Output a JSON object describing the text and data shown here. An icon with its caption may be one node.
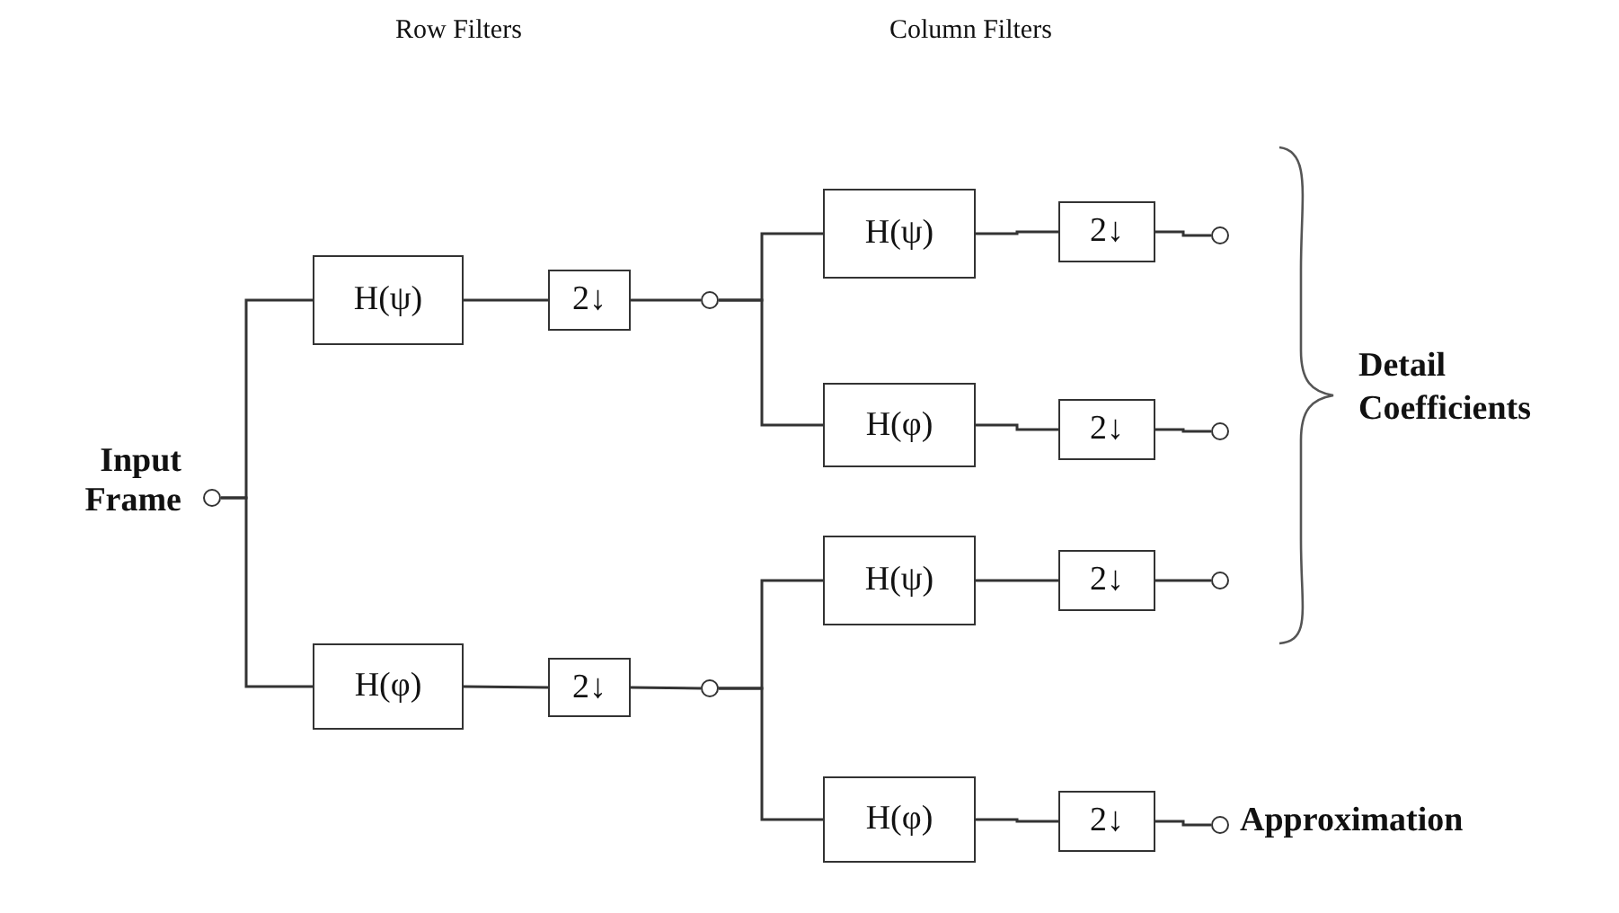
{
  "diagram": {
    "nodes": [
      {
        "text": [],
        "shape": "circle",
        "beside": [
          "Input Frame"
        ]
      },
      {
        "text": [
          "H(ψ)"
        ]
      },
      {
        "text": [
          "2↓"
        ]
      },
      {
        "text": [],
        "shape": "circle"
      },
      {
        "text": [
          "H(φ)"
        ]
      },
      {
        "text": [
          "2↓"
        ]
      },
      {
        "text": [],
        "shape": "circle"
      },
      {
        "text": [
          "H(ψ)"
        ]
      },
      {
        "text": [
          "2↓"
        ]
      },
      {
        "text": [],
        "shape": "circle"
      },
      {
        "text": [
          "H(φ)"
        ]
      },
      {
        "text": [
          "2↓"
        ]
      },
      {
        "text": [],
        "shape": "circle"
      },
      {
        "text": [
          "H(ψ)"
        ]
      },
      {
        "text": [
          "2↓"
        ]
      },
      {
        "text": [],
        "shape": "circle"
      },
      {
        "text": [
          "H(φ)"
        ]
      },
      {
        "text": [
          "2↓"
        ]
      },
      {
        "text": [],
        "shape": "circle",
        "beside": [
          "Approximation"
        ]
      }
    ],
    "edges": [
      {
        "from": 0,
        "to": 1,
        "arrow": "none"
      },
      {
        "from": 0,
        "to": 4,
        "arrow": "none"
      },
      {
        "from": 1,
        "to": 2,
        "arrow": "none"
      },
      {
        "from": 2,
        "to": 3,
        "arrow": "none"
      },
      {
        "from": 4,
        "to": 5,
        "arrow": "none"
      },
      {
        "from": 5,
        "to": 6,
        "arrow": "none"
      },
      {
        "from": 3,
        "to": 7,
        "arrow": "none"
      },
      {
        "from": 3,
        "to": 10,
        "arrow": "none"
      },
      {
        "from": 6,
        "to": 13,
        "arrow": "none"
      },
      {
        "from": 6,
        "to": 16,
        "arrow": "none"
      },
      {
        "from": 7,
        "to": 8,
        "arrow": "none"
      },
      {
        "from": 8,
        "to": 9,
        "arrow": "none"
      },
      {
        "from": 10,
        "to": 11,
        "arrow": "none"
      },
      {
        "from": 11,
        "to": 12,
        "arrow": "none"
      },
      {
        "from": 13,
        "to": 14,
        "arrow": "none"
      },
      {
        "from": 14,
        "to": 15,
        "arrow": "none"
      },
      {
        "from": 16,
        "to": 17,
        "arrow": "none"
      },
      {
        "from": 17,
        "to": 18,
        "arrow": "none"
      }
    ],
    "labels": [
      "Row Filters",
      "Column Filters",
      "Detail Coefficients"
    ]
  }
}
